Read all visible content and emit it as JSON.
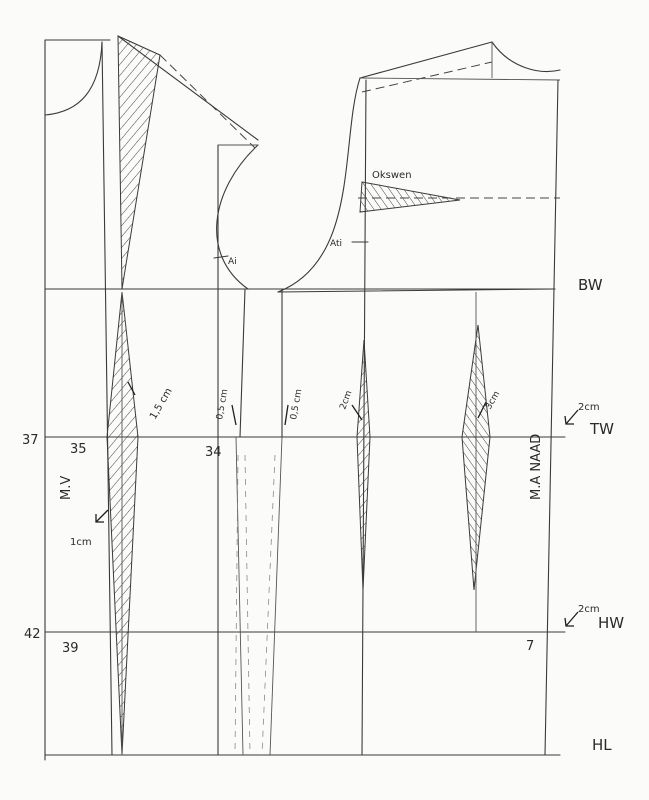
{
  "lines": {
    "bust": "BW",
    "waist": "TW",
    "hip": "HW",
    "hem": "HL"
  },
  "measurements": {
    "front_waist_left": "37",
    "front_waist_right": "35",
    "front_waist_mid": "34",
    "hip_left": "42",
    "hip_right": "39",
    "back_hip": "7"
  },
  "labels": {
    "front_center": "M.V",
    "side_seam": "M.A NAAD",
    "dart_front": "1,5 cm",
    "dart_panel_left": "0,5 cm",
    "dart_panel_right": "0,5 cm",
    "dart_side": "2cm",
    "dart_back": "3cm",
    "waist_side": "2cm",
    "hip_side": "2cm",
    "front_lower": "1cm",
    "shoulder_dart": "Okswen",
    "armhole_front": "Ai",
    "armhole_back": "Ati"
  }
}
